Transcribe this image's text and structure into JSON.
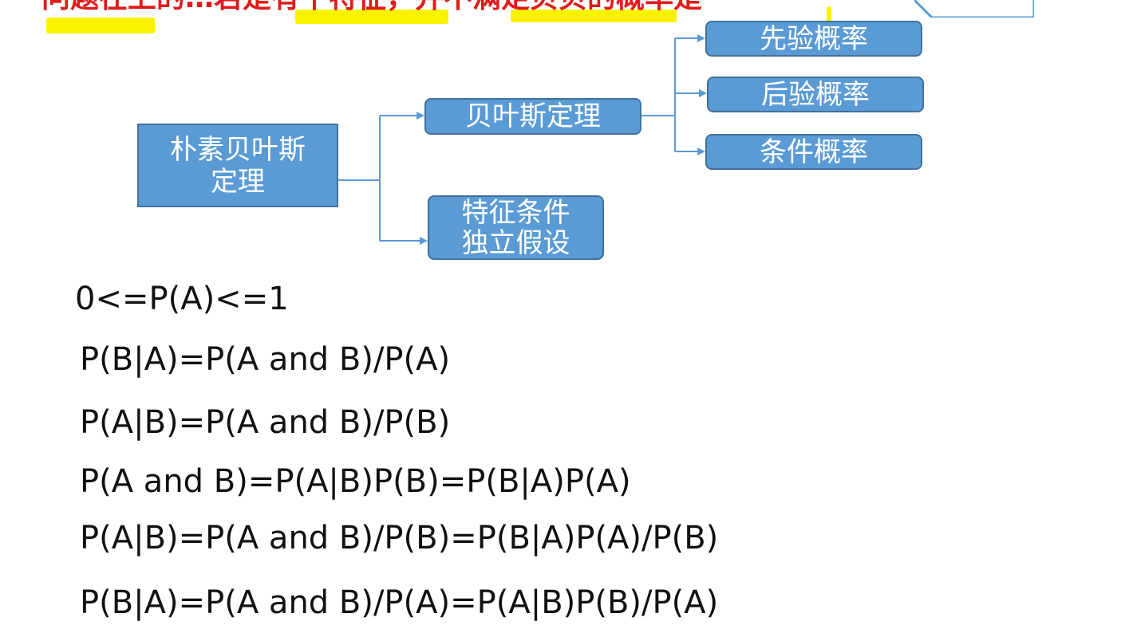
{
  "header": {
    "partial_text": "问题在上的…若是有个特征，并不满足贝贝的概率是"
  },
  "diagram": {
    "root": {
      "line1": "朴素贝叶斯",
      "line2": "定理"
    },
    "bayes_theorem": "贝叶斯定理",
    "independence": {
      "line1": "特征条件",
      "line2": "独立假设"
    },
    "prior": "先验概率",
    "posterior": "后验概率",
    "conditional": "条件概率",
    "colors": {
      "node_fill": "#5b9bd5",
      "node_border": "#41719c",
      "connector": "#5b9bd5",
      "highlight": "#fbf200",
      "header_text": "#e11b1b"
    }
  },
  "formulas": [
    "0<=P(A)<=1",
    "P(B|A)=P(A and B)/P(A)",
    "P(A|B)=P(A and B)/P(B)",
    "P(A and B)=P(A|B)P(B)=P(B|A)P(A)",
    "P(A|B)=P(A and B)/P(B)=P(B|A)P(A)/P(B)",
    "P(B|A)=P(A and B)/P(A)=P(A|B)P(B)/P(A)"
  ]
}
